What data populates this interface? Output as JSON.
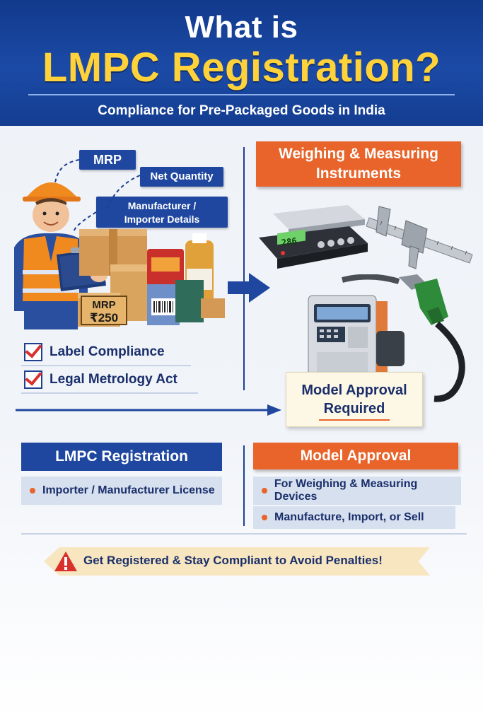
{
  "header": {
    "title_line1": "What is",
    "title_line2": "LMPC Registration?",
    "subtitle": "Compliance for Pre-Packaged Goods in India"
  },
  "left": {
    "tags": [
      "MRP",
      "Net Quantity",
      "Manufacturer /",
      "Importer Details"
    ],
    "price_tag": [
      "MRP",
      "₹250"
    ],
    "checks": [
      "Label Compliance",
      "Legal Metrology Act"
    ]
  },
  "right": {
    "banner": [
      "Weighing & Measuring",
      "Instruments"
    ],
    "scale_display": "286",
    "model_box": [
      "Model Approval",
      "Required"
    ]
  },
  "bottom": {
    "lmpc_title": "LMPC Registration",
    "lmpc_items": [
      "Importer / Manufacturer License"
    ],
    "model_title": "Model Approval",
    "model_items": [
      "For Weighing & Measuring Devices",
      "Manufacture, Import, or Sell"
    ]
  },
  "warning": {
    "icon": "warning-triangle-icon",
    "text": "Get Registered & Stay Compliant to Avoid Penalties!"
  },
  "colors": {
    "navy": "#1f47a0",
    "orange": "#e8642a",
    "yellow": "#ffd23a",
    "red": "#d9302b"
  }
}
